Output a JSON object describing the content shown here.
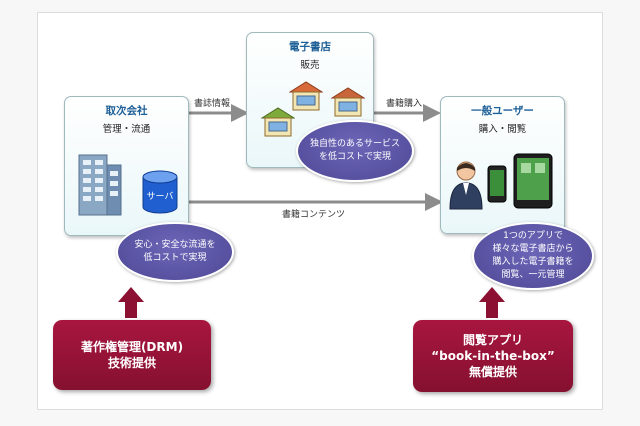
{
  "distributor": {
    "title": "取次会社",
    "subtitle": "管理・流通",
    "server_label": "サーバ"
  },
  "bookstore": {
    "title": "電子書店",
    "subtitle": "販売"
  },
  "user": {
    "title": "一般ユーザー",
    "subtitle": "購入・閲覧"
  },
  "bubbles": {
    "bookstore": "独自性のあるサービス\nを低コストで実現",
    "distributor": "安心・安全な流通を\n低コストで実現",
    "user": "1つのアプリで\n様々な電子書店から\n購入した電子書籍を\n閲覧、一元管理"
  },
  "arrows": {
    "book_info": "書誌情報",
    "book_purchase": "書籍購入",
    "book_content": "書籍コンテンツ"
  },
  "red_boxes": {
    "drm": "著作権管理(DRM)\n技術提供",
    "app": "閲覧アプリ\n“book-in-the-box”\n無償提供"
  },
  "colors": {
    "node_title": "#1d5f97",
    "bubble": "#5a52a6",
    "red_box": "#9a1438",
    "arrow_gray": "#8c8c8c",
    "arrow_red": "#8b1031"
  }
}
